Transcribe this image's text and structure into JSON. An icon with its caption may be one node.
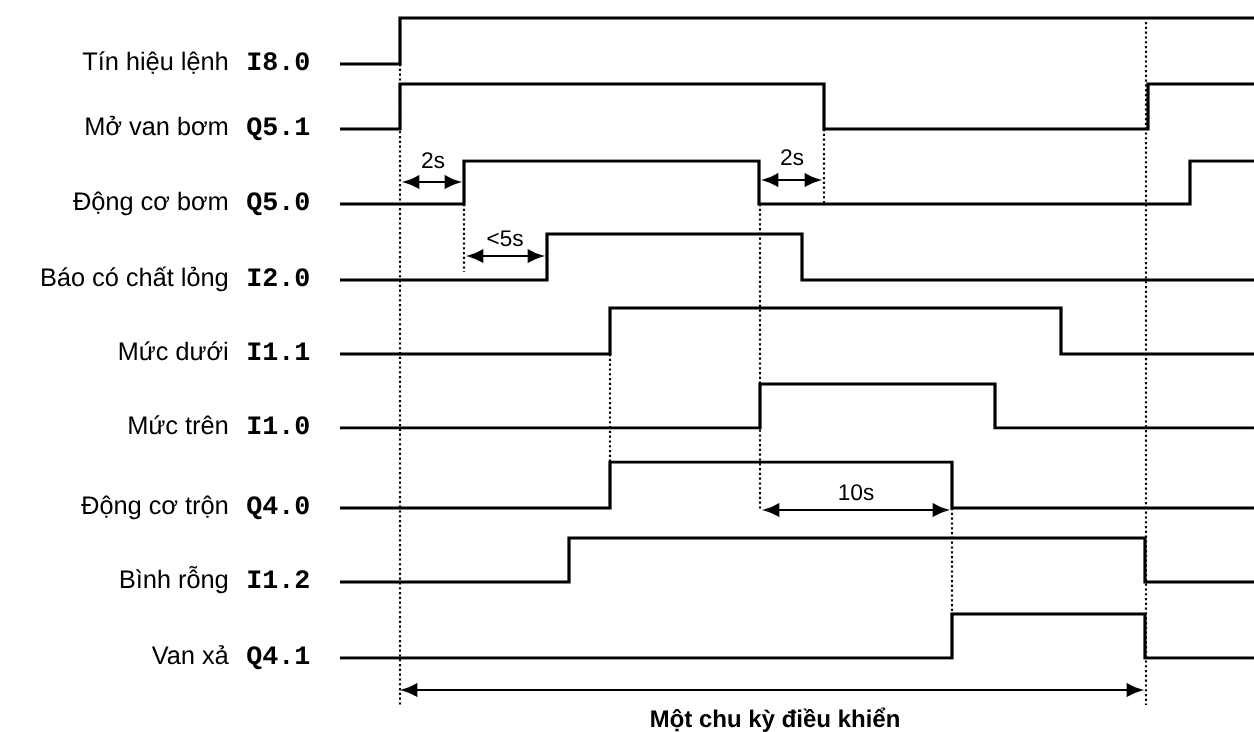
{
  "diagram": {
    "labels": [
      "Tín hiệu lệnh",
      "I8.0",
      "Mở van bơm",
      "Q5.1",
      "2s",
      "2s",
      "Động cơ bơm",
      "Q5.0",
      "<5s",
      "Báo có chất lỏng",
      "I2.0",
      "Mức dưới",
      "I1.1",
      "Mức trên",
      "I1.0",
      "10s",
      "Động cơ trộn",
      "Q4.0",
      "Bình rỗng",
      "I1.2",
      "Van xả",
      "Q4.1",
      "Một chu kỳ điều khiển"
    ]
  }
}
